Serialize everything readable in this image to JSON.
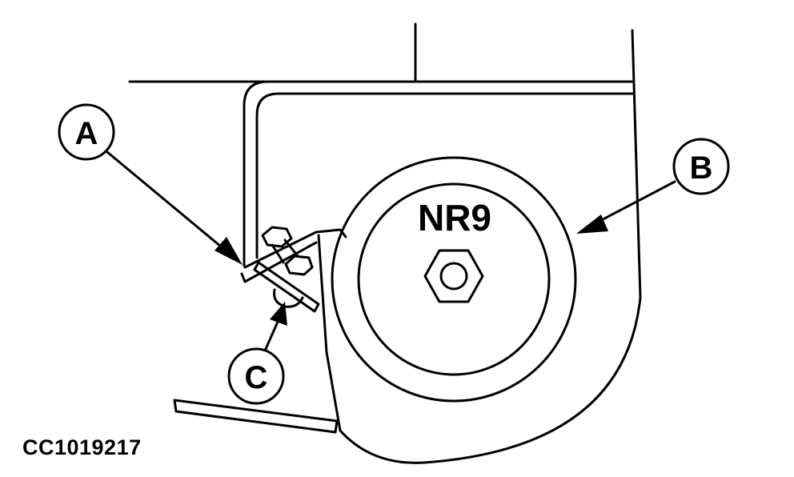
{
  "callouts": {
    "a": "A",
    "b": "B",
    "c": "C"
  },
  "part_label": "NR9",
  "figure_id": "CC1019217",
  "colors": {
    "line": "#000000",
    "background": "#ffffff"
  }
}
